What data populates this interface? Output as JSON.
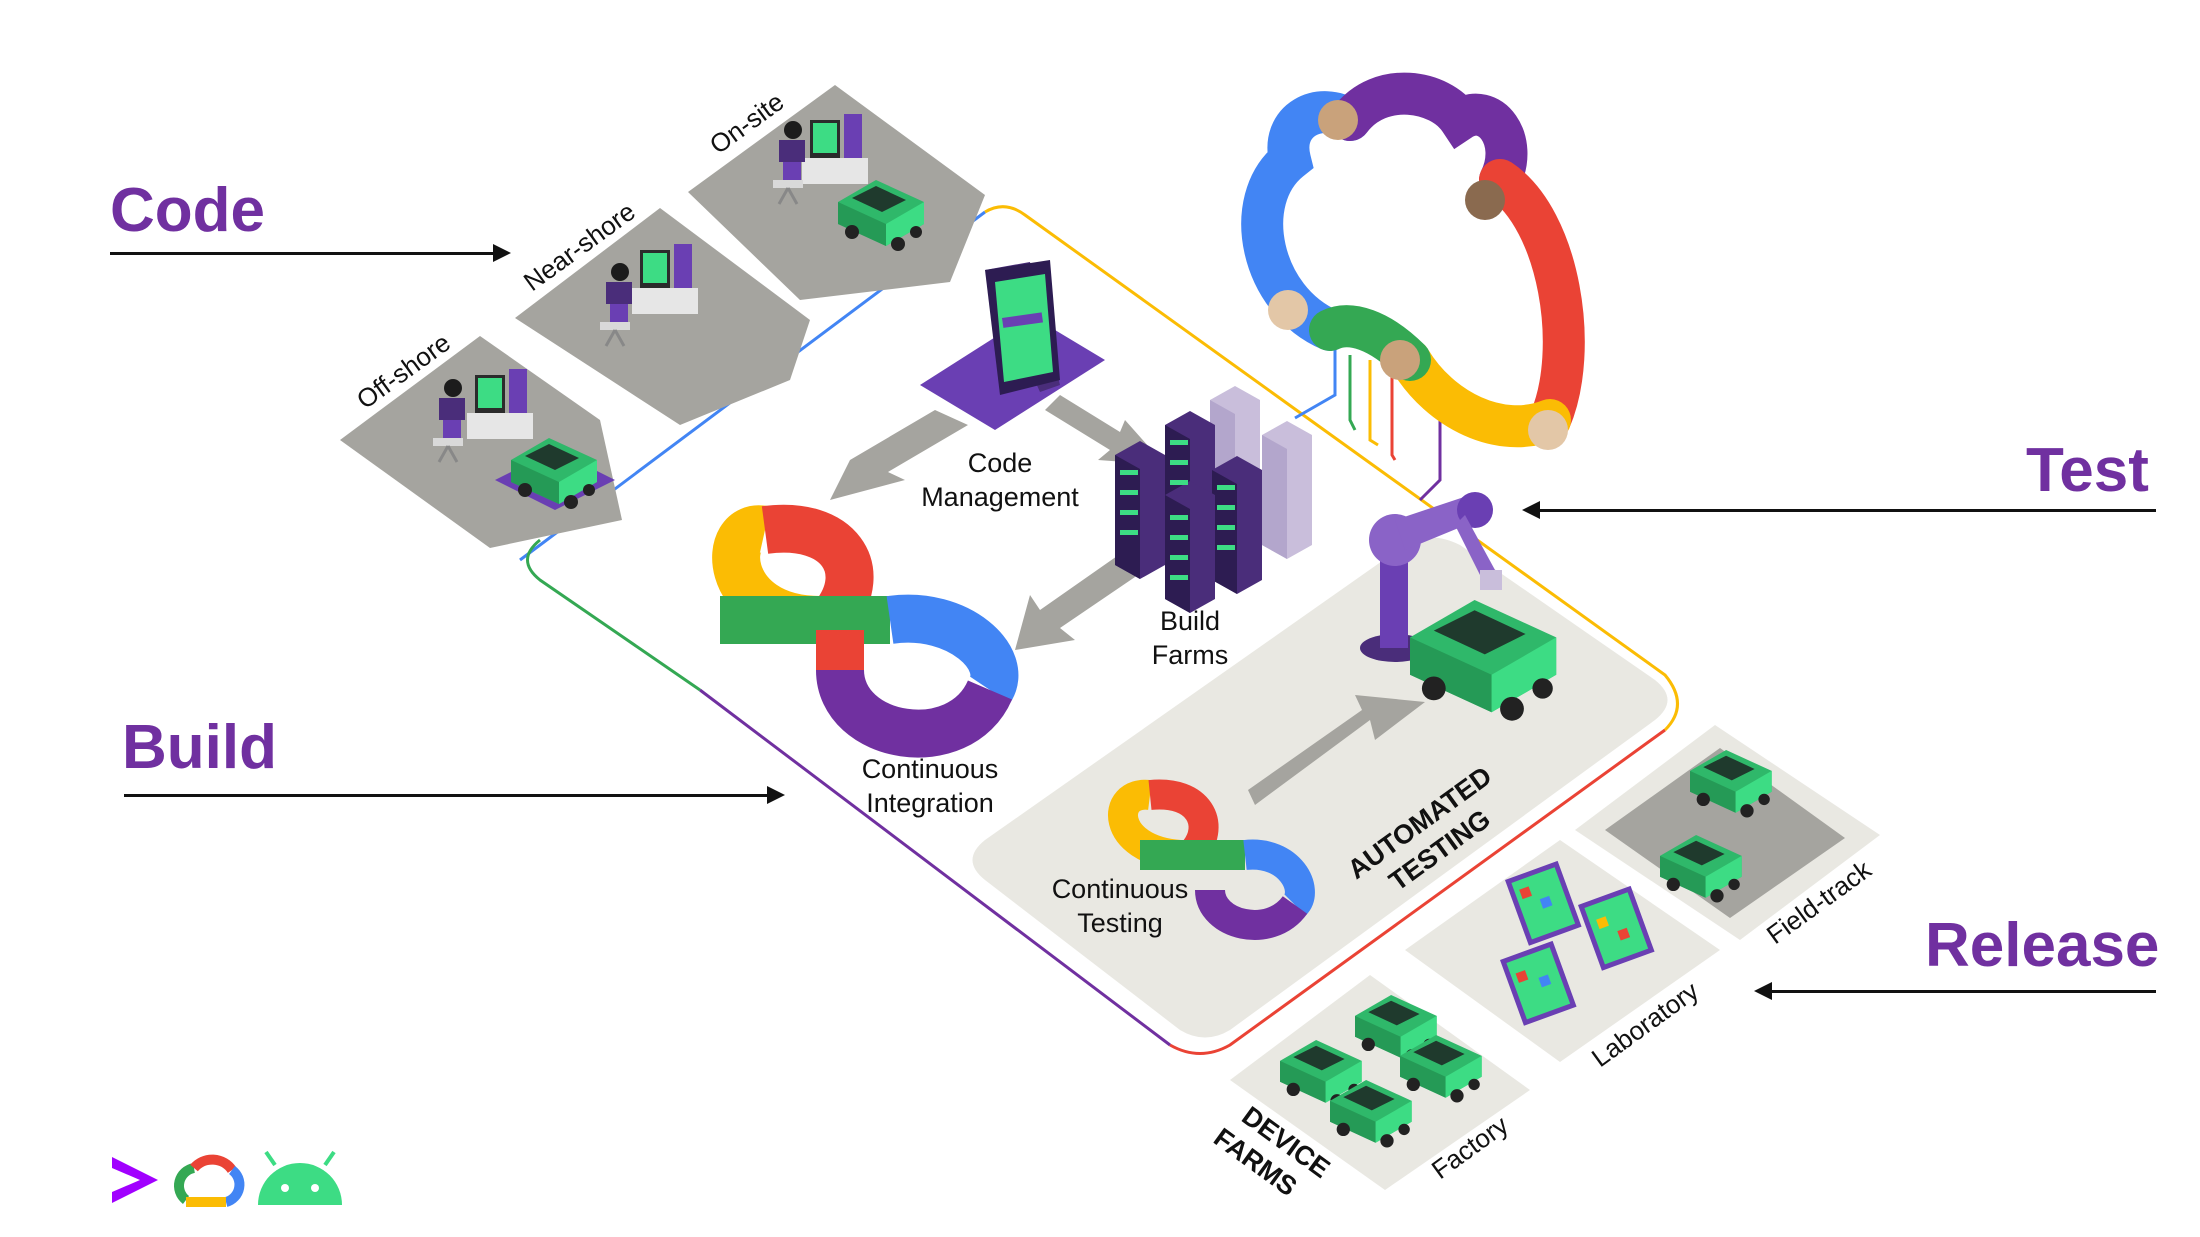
{
  "stages": {
    "code": "Code",
    "build": "Build",
    "test": "Test",
    "release": "Release"
  },
  "sites": {
    "offshore": "Off-shore",
    "nearshore": "Near-shore",
    "onsite": "On-site"
  },
  "nodes": {
    "code_management": [
      "Code",
      "Management"
    ],
    "build_farms": [
      "Build",
      "Farms"
    ],
    "continuous_integration": [
      "Continuous",
      "Integration"
    ],
    "continuous_testing": [
      "Continuous",
      "Testing"
    ],
    "automated_testing": [
      "AUTOMATED",
      "TESTING"
    ]
  },
  "device_farms": {
    "title": [
      "DEVICE",
      "FARMS"
    ],
    "factory": "Factory",
    "laboratory": "Laboratory",
    "field_track": "Field-track"
  },
  "colors": {
    "purple": "#7030a0",
    "blue": "#4285f4",
    "red": "#ea4335",
    "yellow": "#fbbc04",
    "green": "#34a853",
    "car_green": "#3ddc84",
    "grey_panel": "#a5a49f",
    "light_panel": "#e9e8e2"
  },
  "logos": [
    "accenture-logo",
    "google-cloud-logo",
    "android-logo"
  ]
}
